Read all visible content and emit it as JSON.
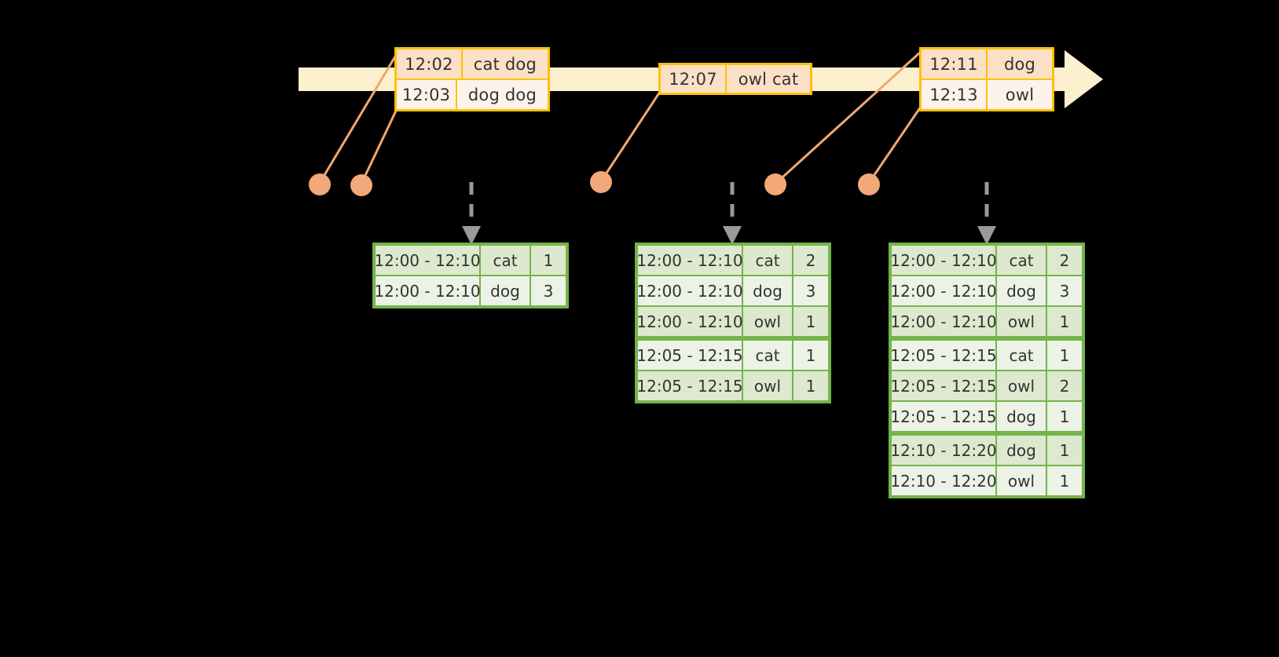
{
  "diagram": {
    "title": "windowed-word-count-timeline",
    "colors": {
      "background": "#000000",
      "timeline_band": "#FDF0CF",
      "event_border": "#FFC107",
      "event_fill_dark": "#FBE0C6",
      "event_fill_light": "#FDF3EA",
      "table_border": "#74B44A",
      "table_fill_dark": "#DDE9CE",
      "table_fill_light": "#EDF2E7",
      "connector": "#F0A870",
      "dot": "#F2A878",
      "dashed_arrow": "#9A9A9A"
    }
  },
  "timeline": {
    "name": "event-stream-timeline",
    "events": [
      {
        "id": "event-group-1",
        "rows": [
          {
            "time": "12:02",
            "words": "cat dog"
          },
          {
            "time": "12:03",
            "words": "dog dog"
          }
        ]
      },
      {
        "id": "event-group-2",
        "rows": [
          {
            "time": "12:07",
            "words": "owl cat"
          }
        ]
      },
      {
        "id": "event-group-3",
        "rows": [
          {
            "time": "12:11",
            "words": "dog"
          },
          {
            "time": "12:13",
            "words": "owl"
          }
        ]
      }
    ]
  },
  "results": [
    {
      "id": "result-table-1",
      "groups": [
        {
          "rows": [
            {
              "window": "12:00 - 12:10",
              "word": "cat",
              "count": "1"
            },
            {
              "window": "12:00 - 12:10",
              "word": "dog",
              "count": "3"
            }
          ]
        }
      ]
    },
    {
      "id": "result-table-2",
      "groups": [
        {
          "rows": [
            {
              "window": "12:00 - 12:10",
              "word": "cat",
              "count": "2"
            },
            {
              "window": "12:00 - 12:10",
              "word": "dog",
              "count": "3"
            },
            {
              "window": "12:00 - 12:10",
              "word": "owl",
              "count": "1"
            }
          ]
        },
        {
          "rows": [
            {
              "window": "12:05 - 12:15",
              "word": "cat",
              "count": "1"
            },
            {
              "window": "12:05 - 12:15",
              "word": "owl",
              "count": "1"
            }
          ]
        }
      ]
    },
    {
      "id": "result-table-3",
      "groups": [
        {
          "rows": [
            {
              "window": "12:00 - 12:10",
              "word": "cat",
              "count": "2"
            },
            {
              "window": "12:00 - 12:10",
              "word": "dog",
              "count": "3"
            },
            {
              "window": "12:00 - 12:10",
              "word": "owl",
              "count": "1"
            }
          ]
        },
        {
          "rows": [
            {
              "window": "12:05 - 12:15",
              "word": "cat",
              "count": "1"
            },
            {
              "window": "12:05 - 12:15",
              "word": "owl",
              "count": "2"
            },
            {
              "window": "12:05 - 12:15",
              "word": "dog",
              "count": "1"
            }
          ]
        },
        {
          "rows": [
            {
              "window": "12:10 - 12:20",
              "word": "dog",
              "count": "1"
            },
            {
              "window": "12:10 - 12:20",
              "word": "owl",
              "count": "1"
            }
          ]
        }
      ]
    }
  ]
}
